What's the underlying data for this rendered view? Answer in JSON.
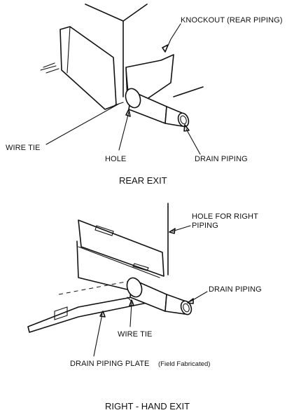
{
  "rear_exit": {
    "title": "REAR EXIT",
    "labels": {
      "knockout": "KNOCKOUT (REAR PIPING)",
      "wire_tie": "WIRE TIE",
      "hole": "HOLE",
      "drain_piping": "DRAIN PIPING"
    }
  },
  "right_hand_exit": {
    "title": "RIGHT - HAND EXIT",
    "labels": {
      "hole_for_right_line1": "HOLE FOR RIGHT",
      "hole_for_right_line2": "PIPING",
      "drain_piping": "DRAIN PIPING",
      "wire_tie": "WIRE TIE",
      "drain_plate": "DRAIN PIPING PLATE",
      "drain_plate_note": "(Field Fabricated)"
    }
  }
}
